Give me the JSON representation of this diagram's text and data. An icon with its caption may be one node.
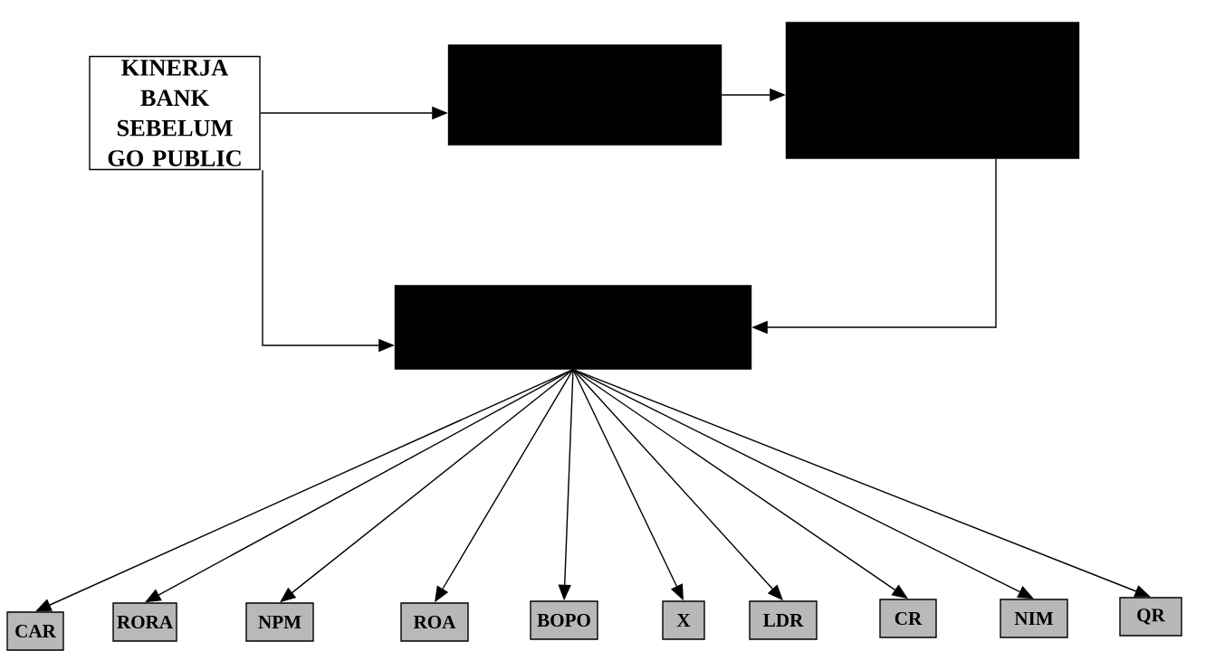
{
  "diagram": {
    "nodes": [
      {
        "text": [
          "KINERJA BANK SEBELUM GO PUBLIC"
        ]
      },
      {
        "text": [],
        "shape": "box"
      },
      {
        "text": [],
        "shape": "box"
      },
      {
        "text": [],
        "shape": "box"
      },
      {
        "text": [
          "CAR"
        ]
      },
      {
        "text": [
          "RORA"
        ]
      },
      {
        "text": [
          "NPM"
        ]
      },
      {
        "text": [
          "ROA"
        ]
      },
      {
        "text": [
          "BOPO"
        ]
      },
      {
        "text": [
          "X"
        ]
      },
      {
        "text": [
          "LDR"
        ]
      },
      {
        "text": [
          "CR"
        ]
      },
      {
        "text": [
          "NIM"
        ]
      },
      {
        "text": [
          "QR"
        ]
      }
    ],
    "edges": [
      {
        "from": 0,
        "to": 1,
        "arrow": "to"
      },
      {
        "from": 1,
        "to": 2,
        "arrow": "to"
      },
      {
        "from": 0,
        "to": 3,
        "arrow": "to"
      },
      {
        "from": 2,
        "to": 3,
        "arrow": "to"
      },
      {
        "from": 3,
        "to": 4,
        "arrow": "to"
      },
      {
        "from": 3,
        "to": 5,
        "arrow": "to"
      },
      {
        "from": 3,
        "to": 6,
        "arrow": "to"
      },
      {
        "from": 3,
        "to": 7,
        "arrow": "to"
      },
      {
        "from": 3,
        "to": 8,
        "arrow": "to"
      },
      {
        "from": 3,
        "to": 9,
        "arrow": "to"
      },
      {
        "from": 3,
        "to": 10,
        "arrow": "to"
      },
      {
        "from": 3,
        "to": 11,
        "arrow": "to"
      },
      {
        "from": 3,
        "to": 12,
        "arrow": "to"
      },
      {
        "from": 3,
        "to": 13,
        "arrow": "to"
      }
    ]
  }
}
